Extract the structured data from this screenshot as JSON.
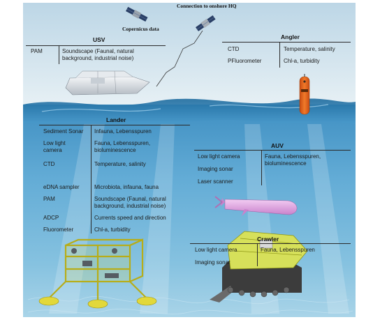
{
  "top_labels": {
    "connection": "Connection to onshore HQ",
    "copernicus": "Copernicus data"
  },
  "usv": {
    "title": "USV",
    "rows": [
      {
        "sensor": "PAM",
        "target": [
          "Soundscape (Faunal, natural",
          "background, industrial noise)"
        ]
      }
    ]
  },
  "angler": {
    "title": "Angler",
    "rows": [
      {
        "sensor": "CTD",
        "target": [
          "Temperature, salinity"
        ]
      },
      {
        "sensor": "PFluorometer",
        "target": [
          "Chl-a, turbidity"
        ]
      }
    ]
  },
  "lander": {
    "title": "Lander",
    "rows": [
      {
        "sensor": [
          "Sediment Sonar"
        ],
        "target": [
          "Infauna, Lebensspuren"
        ]
      },
      {
        "sensor": [
          "Low light",
          "camera"
        ],
        "target": [
          "Fauna, Lebensspuren,",
          "bioluminescence"
        ]
      },
      {
        "sensor": [
          "CTD"
        ],
        "target": [
          "Temperature, salinity"
        ]
      },
      {
        "sensor": [
          "eDNA sampler"
        ],
        "target": [
          "Microbiota, infauna, fauna"
        ]
      },
      {
        "sensor": [
          "PAM"
        ],
        "target": [
          "Soundscape (Faunal, natural",
          "background, industrial noise)"
        ]
      },
      {
        "sensor": [
          "ADCP"
        ],
        "target": [
          "Currents speed and direction"
        ]
      },
      {
        "sensor": [
          "Fluorometer"
        ],
        "target": [
          "Chl-a, turbidity"
        ]
      }
    ]
  },
  "auv": {
    "title": "AUV",
    "sensors": [
      "Low light camera",
      "Imaging sonar",
      "Laser scanner"
    ],
    "target": [
      "Fauna, Lebensspuren,",
      "bioluminescence"
    ]
  },
  "crawler": {
    "title": "Crawler",
    "sensors": [
      "Low light camera",
      "Imaging sonar"
    ],
    "target": [
      "Fauna, Lebensspuren"
    ]
  },
  "colors": {
    "sky": "#cfe3ee",
    "sea_surface": "#5fa6cf",
    "deep": "#1f6fa3",
    "seabed": "#8fc2dc",
    "lander_frame": "#d8d23a",
    "angler": "#e8641c",
    "auv": "#e6a6e8"
  }
}
